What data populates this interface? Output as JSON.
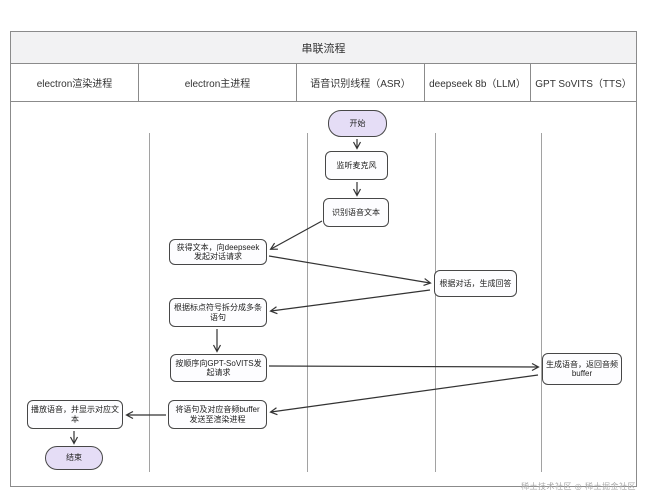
{
  "title": "串联流程",
  "columns": [
    {
      "label": "electron渲染进程"
    },
    {
      "label": "electron主进程"
    },
    {
      "label": "语音识别线程（ASR）"
    },
    {
      "label": "deepseek 8b（LLM）"
    },
    {
      "label": "GPT SoVITS（TTS）"
    }
  ],
  "nodes": {
    "start": "开始",
    "listen_mic": "监听麦克风",
    "recognize_text": "识别语音文本",
    "get_text_request": "获得文本，向deepseek发起对话请求",
    "split_sentences": "根据标点符号拆分成多条语句",
    "request_tts": "按顺序向GPT-SoVITS发起请求",
    "send_to_renderer": "将语句及对应音频buffer发送至渲染进程",
    "generate_answer": "根据对话，生成回答",
    "generate_voice": "生成语音，返回音频buffer",
    "play_voice": "播放语音，并显示对应文本",
    "end": "结束"
  },
  "watermark": "稀土技术社区 ◎ 稀土掘金社区",
  "colors": {
    "pill_fill": "#e5ddf6",
    "node_fill": "#fdfdff",
    "border": "#474747",
    "table_line": "#8b8b8b",
    "title_bg": "#f2f2f3"
  }
}
